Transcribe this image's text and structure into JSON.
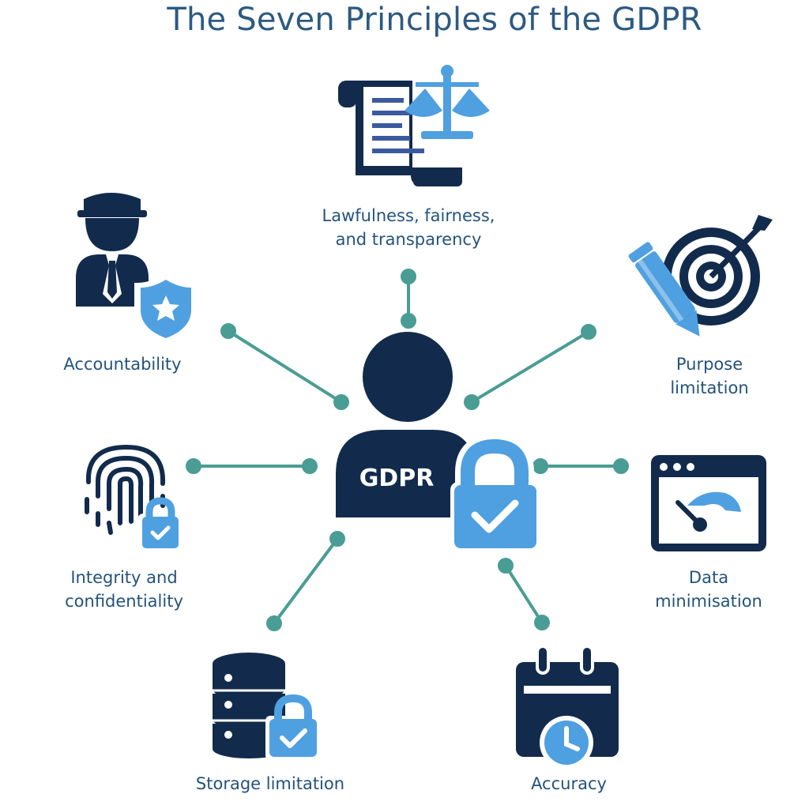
{
  "title": "The Seven Principles of the GDPR",
  "center": {
    "label": "GDPR"
  },
  "principles": [
    {
      "lines": [
        "Lawfulness, fairness,",
        "and transparency"
      ]
    },
    {
      "lines": [
        "Purpose",
        "limitation"
      ]
    },
    {
      "lines": [
        "Data",
        "minimisation"
      ]
    },
    {
      "lines": [
        "Accuracy"
      ]
    },
    {
      "lines": [
        "Storage limitation"
      ]
    },
    {
      "lines": [
        "Integrity and",
        "confidentiality"
      ]
    },
    {
      "lines": [
        "Accountability"
      ]
    }
  ],
  "colors": {
    "dark": "#122b4d",
    "light": "#4fa0e0",
    "connector": "#4a9d94",
    "text": "#23537c"
  }
}
